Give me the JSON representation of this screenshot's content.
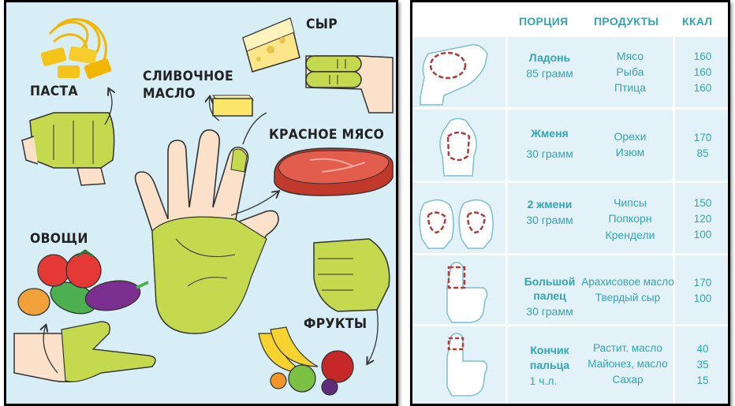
{
  "infographic": {
    "labels": {
      "pasta": "ПАСТА",
      "cheese": "СЫР",
      "butter_line1": "СЛИВОЧНОЕ",
      "butter_line2": "МАСЛО",
      "red_meat": "КРАСНОЕ МЯСО",
      "vegetables": "ОВОЩИ",
      "fruits": "ФРУКТЫ"
    },
    "colors": {
      "background": "#d8eef7",
      "hand_green": "#c4d94e",
      "skin": "#fbe1c9"
    }
  },
  "table": {
    "headers": {
      "portion": "ПОРЦИЯ",
      "products": "ПРОДУКТЫ",
      "kcal": "ККАЛ"
    },
    "rows": [
      {
        "portion_name": [
          "Ладонь"
        ],
        "amount": "85 грамм",
        "products": [
          "Мясо",
          "Рыба",
          "Птица"
        ],
        "kcal": [
          "160",
          "160",
          "160"
        ],
        "icon": "palm-icon"
      },
      {
        "portion_name": [
          "Жменя"
        ],
        "amount": "30 грамм",
        "products": [
          "Орехи",
          "Изюм"
        ],
        "kcal": [
          "170",
          "85"
        ],
        "icon": "cupped-hand-icon"
      },
      {
        "portion_name": [
          "2 жмени"
        ],
        "amount": "30 грамм",
        "products": [
          "Чипсы",
          "Попкорн",
          "Крендели"
        ],
        "kcal": [
          "150",
          "120",
          "100"
        ],
        "icon": "two-cupped-hands-icon"
      },
      {
        "portion_name": [
          "Большой",
          "палец"
        ],
        "amount": "30 грамм",
        "products": [
          "Арахисовое масло",
          "Твердый сыр"
        ],
        "kcal": [
          "170",
          "100"
        ],
        "icon": "thumb-icon"
      },
      {
        "portion_name": [
          "Кончик",
          "пальца"
        ],
        "amount": "1 ч.л.",
        "products": [
          "Растит. масло",
          "Майонез, масло",
          "Сахар"
        ],
        "kcal": [
          "40",
          "35",
          "15"
        ],
        "icon": "fingertip-icon"
      }
    ],
    "colors": {
      "text": "#2ea6b6",
      "background": "#e3f2f8",
      "dash_outline": "#b23a3a"
    }
  }
}
